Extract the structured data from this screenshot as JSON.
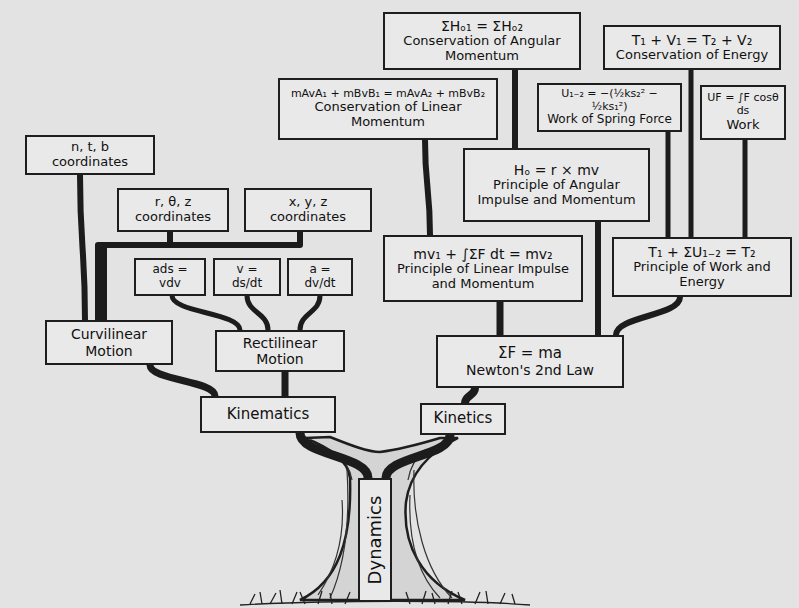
{
  "diagram": {
    "nodes": [
      {
        "text": [
          "ΣHₒ₁ = ΣHₒ₂",
          "Conservation of Angular Momentum"
        ]
      },
      {
        "text": [
          "T₁ + V₁ = T₂ + V₂",
          "Conservation of Energy"
        ]
      },
      {
        "text": [
          "mAvA₁ + mBvB₁ = mAvA₂ + mBvB₂",
          "Conservation of Linear Momentum"
        ]
      },
      {
        "text": [
          "U₁₋₂ = −(½ks₂² − ½ks₁²)",
          "Work of Spring Force"
        ]
      },
      {
        "text": [
          "UF = ∫F cosθ ds",
          "Work"
        ]
      },
      {
        "text": [
          "n, t, b coordinates"
        ]
      },
      {
        "text": [
          "Hₒ = r × mv",
          "Principle of Angular Impulse and Momentum"
        ]
      },
      {
        "text": [
          "r, θ, z coordinates"
        ]
      },
      {
        "text": [
          "x, y, z coordinates"
        ]
      },
      {
        "text": [
          "mv₁ + ∫ΣF dt = mv₂",
          "Principle of Linear Impulse and Momentum"
        ]
      },
      {
        "text": [
          "T₁ + ΣU₁₋₂ = T₂",
          "Principle of Work and Energy"
        ]
      },
      {
        "text": [
          "ads = vdv"
        ]
      },
      {
        "text": [
          "v = ds/dt"
        ]
      },
      {
        "text": [
          "a = dv/dt"
        ]
      },
      {
        "text": [
          "Curvilinear Motion"
        ]
      },
      {
        "text": [
          "Rectilinear Motion"
        ]
      },
      {
        "text": [
          "ΣF = ma",
          "Newton's 2nd Law"
        ]
      },
      {
        "text": [
          "Kinematics"
        ]
      },
      {
        "text": [
          "Kinetics"
        ]
      },
      {
        "text": [
          "Dynamics"
        ]
      }
    ],
    "edges": [
      {
        "from": 19,
        "to": 17,
        "arrow": "none"
      },
      {
        "from": 19,
        "to": 18,
        "arrow": "none"
      },
      {
        "from": 17,
        "to": 14,
        "arrow": "none"
      },
      {
        "from": 17,
        "to": 15,
        "arrow": "none"
      },
      {
        "from": 14,
        "to": 5,
        "arrow": "none"
      },
      {
        "from": 14,
        "to": 7,
        "arrow": "none"
      },
      {
        "from": 14,
        "to": 8,
        "arrow": "none"
      },
      {
        "from": 15,
        "to": 11,
        "arrow": "none"
      },
      {
        "from": 15,
        "to": 12,
        "arrow": "none"
      },
      {
        "from": 15,
        "to": 13,
        "arrow": "none"
      },
      {
        "from": 18,
        "to": 16,
        "arrow": "none"
      },
      {
        "from": 16,
        "to": 9,
        "arrow": "none"
      },
      {
        "from": 16,
        "to": 6,
        "arrow": "none"
      },
      {
        "from": 16,
        "to": 10,
        "arrow": "none"
      },
      {
        "from": 9,
        "to": 2,
        "arrow": "none"
      },
      {
        "from": 6,
        "to": 0,
        "arrow": "none"
      },
      {
        "from": 10,
        "to": 1,
        "arrow": "none"
      },
      {
        "from": 10,
        "to": 3,
        "arrow": "none"
      },
      {
        "from": 10,
        "to": 4,
        "arrow": "none"
      }
    ]
  }
}
